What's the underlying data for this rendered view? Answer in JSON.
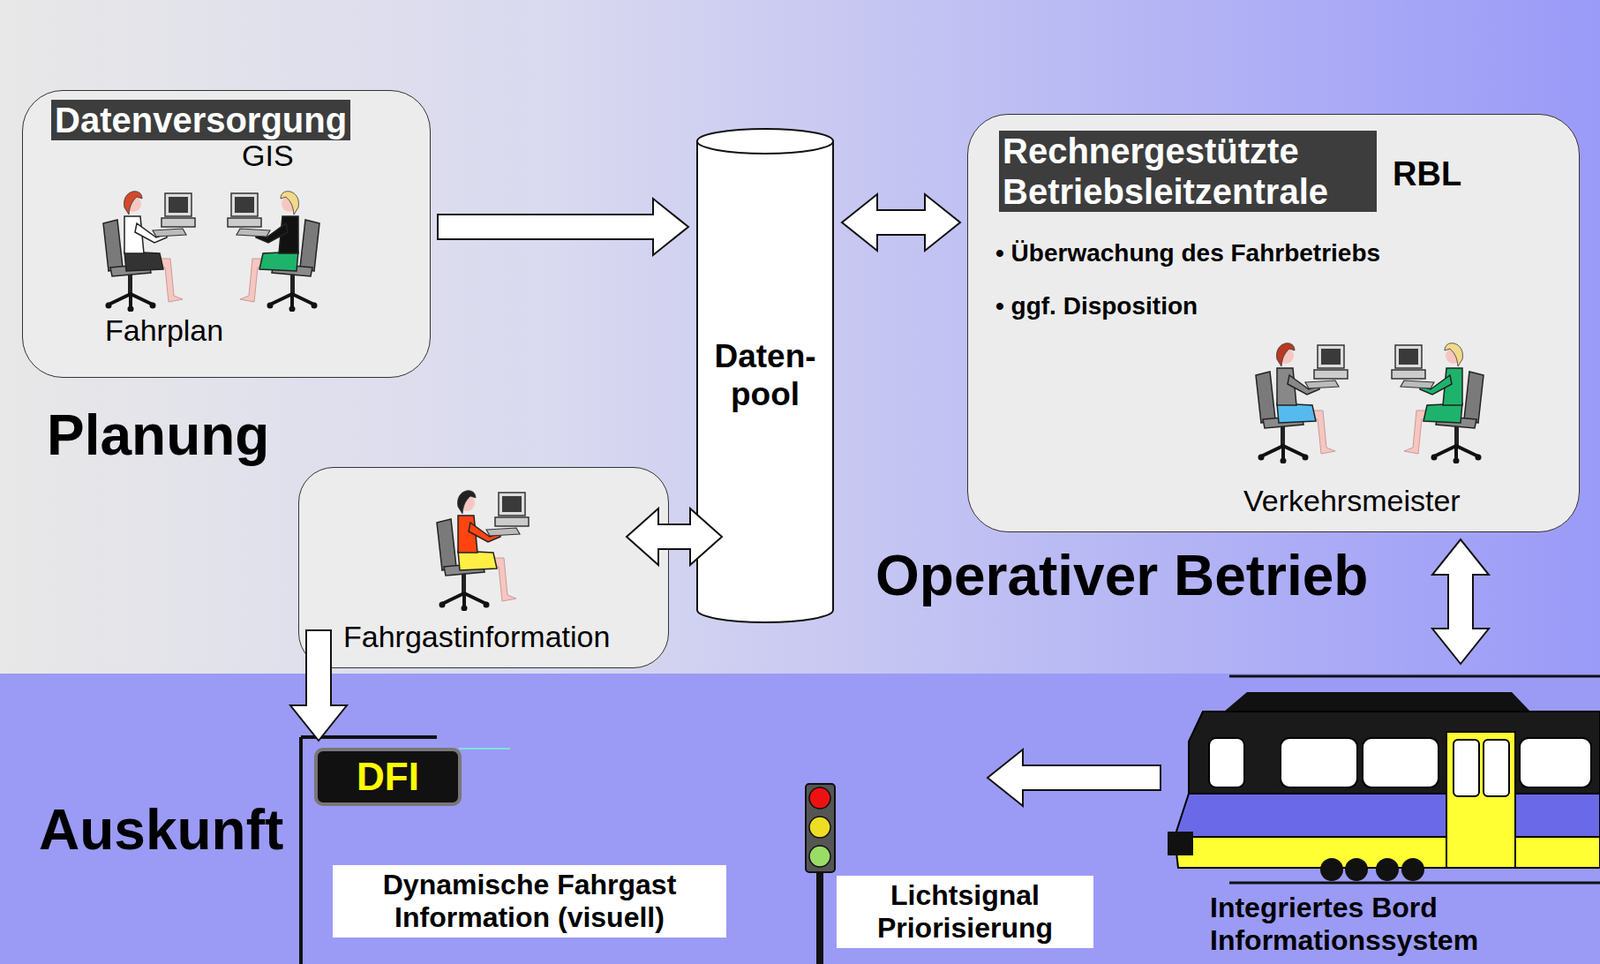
{
  "diagram": {
    "nodes": [
      {
        "text": [
          "Datenversorgung",
          "GIS",
          "Fahrplan"
        ]
      },
      {
        "text": [
          "Daten- pool"
        ]
      },
      {
        "text": [
          "Rechnergestützte Betriebsleitzentrale",
          "RBL",
          "• Überwachung des Fahrbetriebs",
          "• ggf. Disposition",
          "Verkehrsmeister"
        ]
      },
      {
        "text": [
          "Fahrgastinformation"
        ]
      },
      {
        "text": [
          "DFI"
        ]
      },
      {
        "text": [
          "Dynamische Fahrgast Information (visuell)"
        ]
      },
      {
        "text": [
          "Lichtsignal Priorisierung"
        ]
      },
      {
        "text": [
          "Integriertes Bord Informationssystem"
        ]
      }
    ],
    "edges": [
      {
        "from": 0,
        "to": 1,
        "arrow": "to"
      },
      {
        "from": 1,
        "to": 2,
        "arrow": "both"
      },
      {
        "from": 3,
        "to": 1,
        "arrow": "both"
      },
      {
        "from": 3,
        "to": 4,
        "arrow": "to"
      },
      {
        "from": 2,
        "to": 7,
        "arrow": "both"
      },
      {
        "from": 7,
        "to": 6,
        "arrow": "to"
      }
    ],
    "labels": [
      "Planung",
      "Operativer Betrieb",
      "Auskunft"
    ]
  }
}
